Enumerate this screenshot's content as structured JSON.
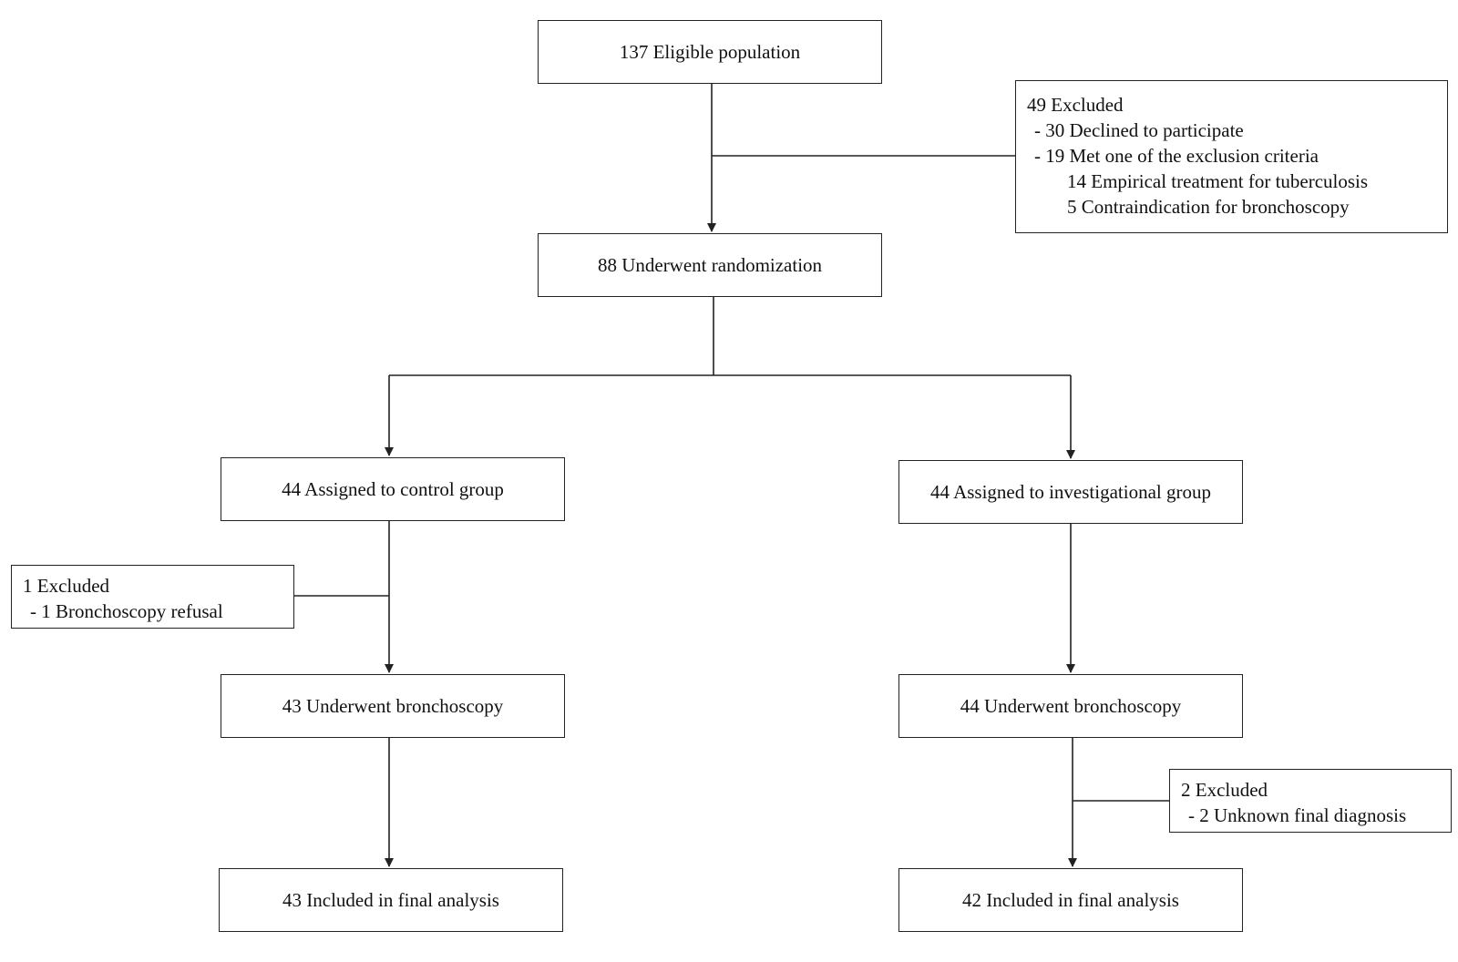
{
  "boxes": {
    "eligible": "137 Eligible population",
    "randomized": "88 Underwent randomization",
    "control_assigned": "44 Assigned to control group",
    "investigational_assigned": "44 Assigned to investigational group",
    "control_bronchoscopy": "43 Underwent bronchoscopy",
    "investigational_bronchoscopy": "44 Underwent bronchoscopy",
    "control_final": "43 Included in final analysis",
    "investigational_final": "42 Included in final analysis"
  },
  "exclusions": {
    "pre_randomization": {
      "title": "49 Excluded",
      "lines": [
        "- 30 Declined to participate",
        "- 19 Met one of the exclusion criteria",
        "14 Empirical treatment for tuberculosis",
        "5 Contraindication for bronchoscopy"
      ]
    },
    "control": {
      "title": "1 Excluded",
      "lines": [
        "- 1 Bronchoscopy refusal"
      ]
    },
    "investigational": {
      "title": "2 Excluded",
      "lines": [
        "- 2 Unknown final diagnosis"
      ]
    }
  }
}
